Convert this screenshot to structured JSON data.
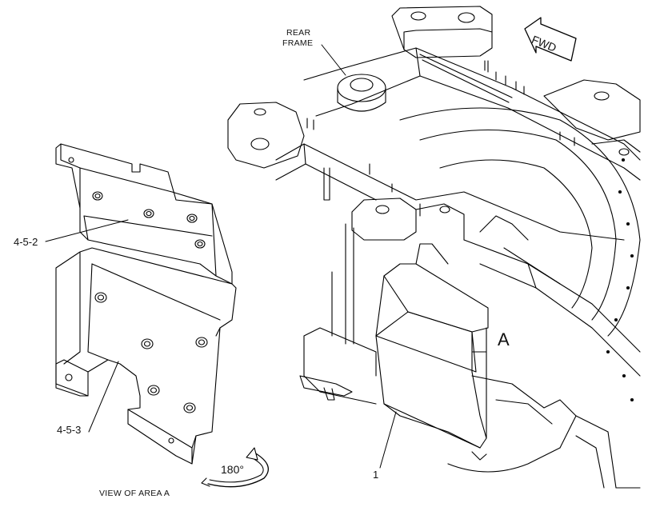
{
  "labels": {
    "rear_frame_line1": "REAR",
    "rear_frame_line2": "FRAME",
    "fwd": "FWD",
    "area": "A",
    "rotation": "180°",
    "view_caption": "VIEW OF AREA A"
  },
  "callouts": {
    "part_4_5_2": "4-5-2",
    "part_4_5_3": "4-5-3",
    "part_1": "1"
  }
}
